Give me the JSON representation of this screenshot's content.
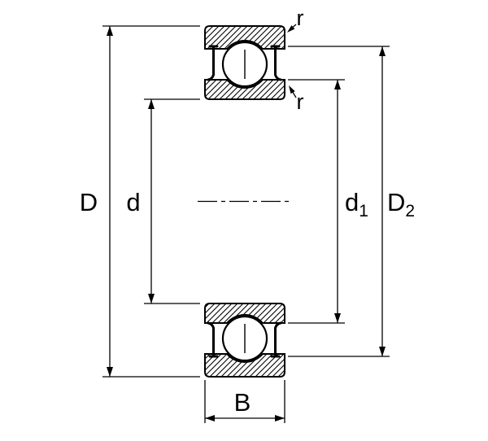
{
  "figure": {
    "background": "#ffffff",
    "line_color": "#000000"
  },
  "labels": {
    "outer_diameter": "D",
    "bore_diameter": "d",
    "d1_base": "d",
    "d1_sub": "1",
    "D2_base": "D",
    "D2_sub": "2",
    "r_outer": "r",
    "r_inner": "r",
    "width": "B"
  }
}
